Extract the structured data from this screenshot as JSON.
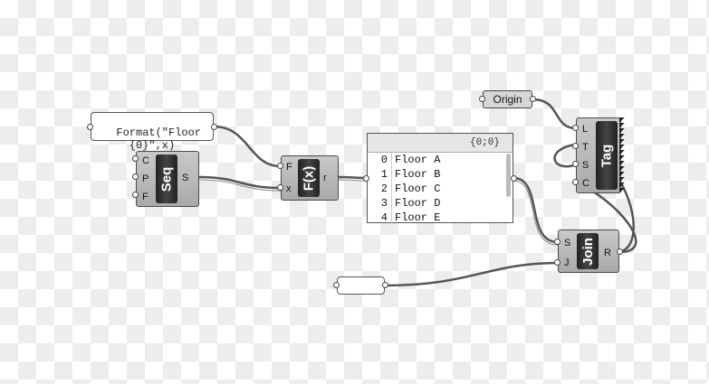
{
  "format_panel": {
    "text": "Format(\"Floor\n{0}\",x)"
  },
  "series_component": {
    "title": "Seq",
    "inputs": [
      "C",
      "P",
      "F"
    ],
    "outputs": [
      "S"
    ]
  },
  "expression_component": {
    "title": "F(x)",
    "inputs": [
      "F",
      "x"
    ],
    "outputs": [
      "r"
    ]
  },
  "list_panel": {
    "header": "{0;0}",
    "rows": [
      {
        "index": "0",
        "value": "Floor A"
      },
      {
        "index": "1",
        "value": "Floor B"
      },
      {
        "index": "2",
        "value": "Floor C"
      },
      {
        "index": "3",
        "value": "Floor D"
      },
      {
        "index": "4",
        "value": "Floor E"
      }
    ]
  },
  "origin_param": {
    "label": "Origin"
  },
  "tag_component": {
    "title": "Tag",
    "inputs": [
      "L",
      "T",
      "S",
      "C"
    ]
  },
  "join_component": {
    "title": "Join",
    "inputs": [
      "S",
      "J"
    ],
    "outputs": [
      "R"
    ]
  },
  "empty_panel": {
    "text": ""
  }
}
